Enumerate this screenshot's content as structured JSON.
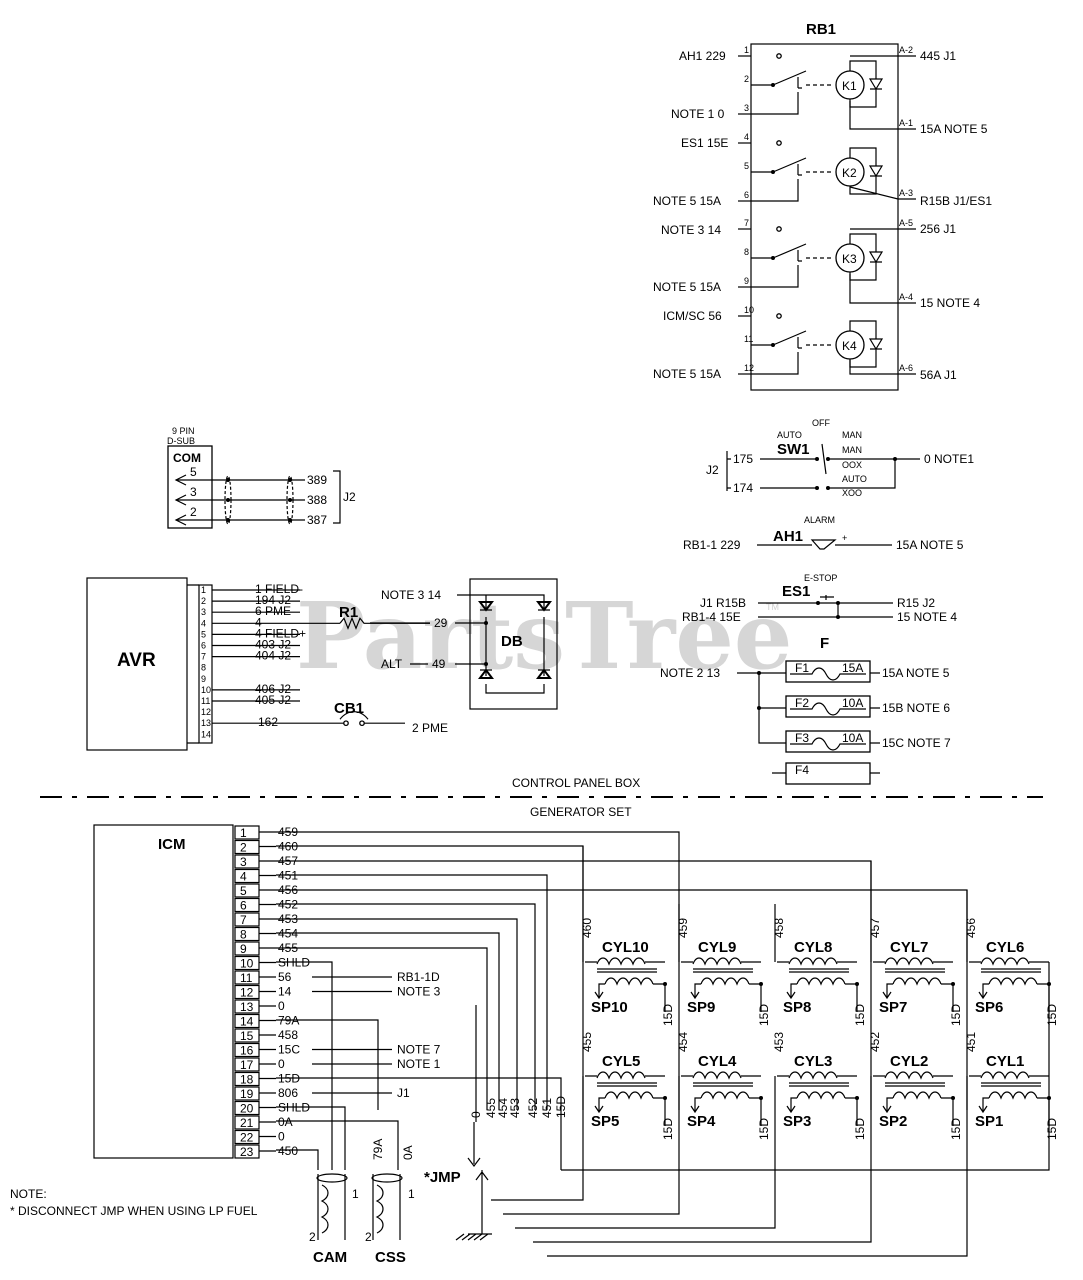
{
  "watermark": {
    "text": "PartsTree",
    "tm": "TM"
  },
  "rb1": {
    "title": "RB1",
    "relays": [
      "K1",
      "K2",
      "K3",
      "K4"
    ],
    "pins": [
      "1",
      "2",
      "3",
      "4",
      "5",
      "6",
      "7",
      "8",
      "9",
      "10",
      "11",
      "12"
    ],
    "coil_pins": [
      "A-2",
      "A-1",
      "A-3",
      "A-5",
      "A-4",
      "A-6"
    ],
    "left_labels": [
      "AH1 229",
      "NOTE 1 0",
      "ES1 15E",
      "NOTE 5 15A",
      "NOTE 3 14",
      "NOTE 5 15A",
      "ICM/SC 56",
      "NOTE 5 15A"
    ],
    "right_labels": [
      "445 J1",
      "15A NOTE 5",
      "R15B J1/ES1",
      "256 J1",
      "15 NOTE 4",
      "56A J1"
    ]
  },
  "sw1": {
    "title": "SW1",
    "off": "OFF",
    "auto": "AUTO",
    "man": "MAN",
    "man2": "MAN",
    "oox": "OOX",
    "auto2": "AUTO",
    "xoo": "XOO",
    "j2": "J2",
    "w175": "175",
    "w174": "174",
    "out": "0 NOTE1"
  },
  "ah1": {
    "title": "AH1",
    "alarm": "ALARM",
    "left": "RB1-1 229",
    "right": "15A NOTE 5",
    "plus": "+"
  },
  "es1": {
    "title": "ES1",
    "estop": "E-STOP",
    "l1": "J1 R15B",
    "l2": "RB1-4 15E",
    "r1": "R15 J2",
    "r2": "15 NOTE 4"
  },
  "fuse": {
    "title": "F",
    "input": "NOTE 2 13",
    "items": [
      {
        "name": "F1",
        "rating": "15A",
        "out": "15A NOTE 5"
      },
      {
        "name": "F2",
        "rating": "10A",
        "out": "15B NOTE 6"
      },
      {
        "name": "F3",
        "rating": "10A",
        "out": "15C NOTE 7"
      },
      {
        "name": "F4",
        "rating": "",
        "out": ""
      }
    ]
  },
  "dsub": {
    "title1": "9 PIN",
    "title2": "D-SUB",
    "com": "COM",
    "pins": [
      "5",
      "3",
      "2"
    ],
    "wires": [
      "389",
      "388",
      "387"
    ],
    "j2": "J2"
  },
  "avr": {
    "title": "AVR",
    "pins": [
      "1",
      "2",
      "3",
      "4",
      "5",
      "6",
      "7",
      "8",
      "9",
      "10",
      "11",
      "12",
      "13",
      "14"
    ],
    "wires": [
      "1 FIELD-",
      "194 J2",
      "6 PME",
      "4",
      "4 FIELD+",
      "403 J2",
      "404 J2",
      "406 J2",
      "405 J2",
      "162"
    ]
  },
  "r1": "R1",
  "cb1": "CB1",
  "cb1_out": "2 PME",
  "db": {
    "title": "DB",
    "note": "NOTE 3 14",
    "w29": "29",
    "alt": "ALT",
    "w49": "49"
  },
  "boundary": {
    "top": "CONTROL PANEL BOX",
    "bottom": "GENERATOR SET"
  },
  "icm": {
    "title": "ICM",
    "pins": [
      "1",
      "2",
      "3",
      "4",
      "5",
      "6",
      "7",
      "8",
      "9",
      "10",
      "11",
      "12",
      "13",
      "14",
      "15",
      "16",
      "17",
      "18",
      "19",
      "20",
      "21",
      "22",
      "23"
    ],
    "wires": [
      "459",
      "460",
      "457",
      "451",
      "456",
      "452",
      "453",
      "454",
      "455",
      "SHLD",
      "56",
      "14",
      "0",
      "79A",
      "458",
      "15C",
      "0",
      "15D",
      "806",
      "SHLD",
      "0A",
      "0",
      "450"
    ],
    "dest": {
      "11": "RB1-1D",
      "12": "NOTE 3",
      "16": "NOTE 7",
      "17": "NOTE 1",
      "19": "J1"
    }
  },
  "cylinders": {
    "top": [
      "CYL10",
      "CYL9",
      "CYL8",
      "CYL7",
      "CYL6"
    ],
    "bottom": [
      "CYL5",
      "CYL4",
      "CYL3",
      "CYL2",
      "CYL1"
    ],
    "sp_top": [
      "SP10",
      "SP9",
      "SP8",
      "SP7",
      "SP6"
    ],
    "sp_bottom": [
      "SP5",
      "SP4",
      "SP3",
      "SP2",
      "SP1"
    ],
    "wires_top": [
      "460",
      "459",
      "458",
      "457",
      "456"
    ],
    "wires_bottom": [
      "455",
      "454",
      "453",
      "452",
      "451"
    ],
    "d15": "15D"
  },
  "bus_labels": [
    "0",
    "455",
    "454",
    "453",
    "452",
    "451",
    "15D"
  ],
  "sensors": {
    "cam": "CAM",
    "css": "CSS",
    "p1": "1",
    "p2": "2",
    "w79a": "79A",
    "w0a": "0A"
  },
  "jmp": "*JMP",
  "notes": {
    "title": "NOTE:",
    "text": "* DISCONNECT JMP WHEN USING LP FUEL"
  }
}
